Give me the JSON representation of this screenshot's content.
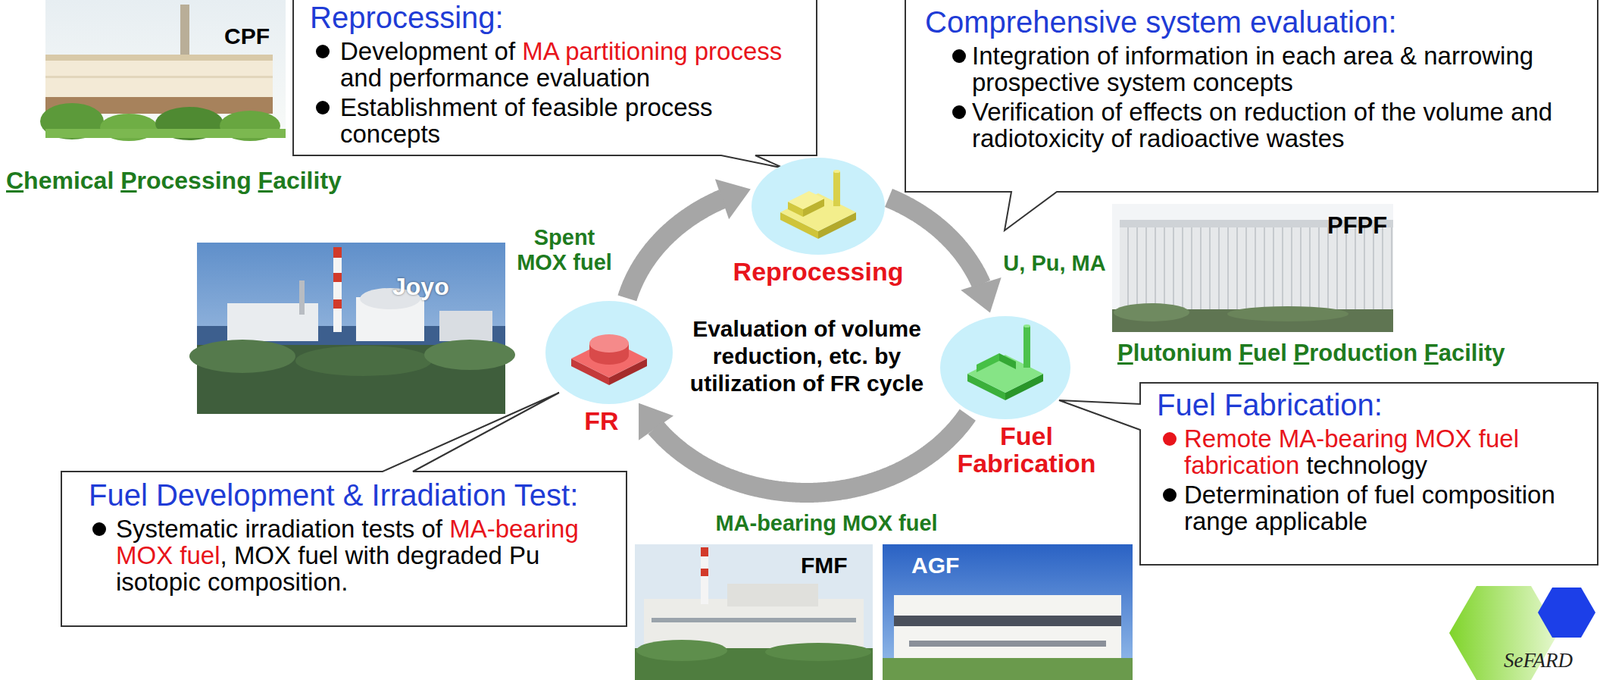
{
  "diagram": {
    "nodes": [
      {
        "text": [
          "Reprocessing:",
          "Development of",
          "MA partitioning process",
          "and performance evaluation",
          "Establishment of feasible process concepts"
        ]
      },
      {
        "text": [
          "Comprehensive system evaluation:",
          "Integration of information in each area & narrowing prospective system concepts",
          "Verification of effects on reduction of the volume and radiotoxicity of radioactive wastes"
        ]
      },
      {
        "text": [
          "Reprocessing"
        ]
      },
      {
        "text": [
          "FR"
        ]
      },
      {
        "text": [
          "Fuel Fabrication"
        ]
      },
      {
        "text": [
          "Fuel Fabrication:",
          "Remote MA-bearing MOX fuel fabrication",
          "technology",
          "Determination of fuel composition range applicable"
        ]
      },
      {
        "text": [
          "Fuel Development & Irradiation Test:",
          "Systematic irradiation tests of",
          "MA-bearing MOX fuel",
          ", MOX fuel with degraded Pu isotopic composition."
        ]
      }
    ],
    "edges": [
      {
        "from": 3,
        "to": 2,
        "label": "Spent MOX fuel",
        "arrow": "to"
      },
      {
        "from": 2,
        "to": 4,
        "label": "U, Pu, MA",
        "arrow": "to"
      },
      {
        "from": 4,
        "to": 3,
        "label": "MA-bearing MOX fuel",
        "arrow": "to"
      }
    ],
    "labels": [
      "CPF",
      "Chemical Processing Facility",
      "Joyo",
      "Evaluation of volume reduction, etc. by utilization of FR cycle",
      "PFPF",
      "Plutonium Fuel Production Facility",
      "FMF",
      "AGF",
      "SeFARD"
    ]
  }
}
